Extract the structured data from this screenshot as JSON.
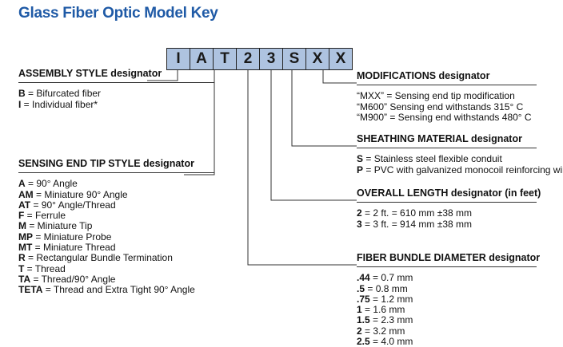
{
  "title": "Glass Fiber Optic Model Key",
  "model_code": [
    "I",
    "A",
    "T",
    "2",
    "3",
    "S",
    "X",
    "X"
  ],
  "assembly": {
    "heading": "ASSEMBLY STYLE designator",
    "items": [
      {
        "code": "B",
        "desc": " = Bifurcated fiber"
      },
      {
        "code": "I",
        "desc": " = Individual fiber*"
      }
    ]
  },
  "tip": {
    "heading": "SENSING END TIP STYLE designator",
    "items": [
      {
        "code": "A",
        "desc": " = 90° Angle"
      },
      {
        "code": "AM",
        "desc": " = Miniature 90° Angle"
      },
      {
        "code": "AT",
        "desc": " = 90° Angle/Thread"
      },
      {
        "code": "F",
        "desc": " = Ferrule"
      },
      {
        "code": "M",
        "desc": " = Miniature Tip"
      },
      {
        "code": "MP",
        "desc": " = Miniature Probe"
      },
      {
        "code": "MT",
        "desc": " = Miniature Thread"
      },
      {
        "code": "R",
        "desc": " = Rectangular Bundle Termination"
      },
      {
        "code": "T",
        "desc": " = Thread"
      },
      {
        "code": "TA",
        "desc": " = Thread/90° Angle"
      },
      {
        "code": "TETA",
        "desc": " = Thread and Extra Tight 90° Angle"
      }
    ]
  },
  "modifications": {
    "heading": "MODIFICATIONS designator",
    "items": [
      {
        "code": "",
        "desc": "“MXX” = Sensing end tip modification"
      },
      {
        "code": "",
        "desc": "“M600” Sensing end withstands 315° C"
      },
      {
        "code": "",
        "desc": "“M900” = Sensing end withstands 480° C"
      }
    ]
  },
  "sheathing": {
    "heading": "SHEATHING MATERIAL designator",
    "items": [
      {
        "code": "S",
        "desc": " = Stainless steel flexible conduit"
      },
      {
        "code": "P",
        "desc": " = PVC with galvanized monocoil reinforcing wire"
      }
    ]
  },
  "length": {
    "heading": "OVERALL LENGTH designator (in feet)",
    "items": [
      {
        "code": "2",
        "desc": " = 2 ft. = 610 mm ±38 mm"
      },
      {
        "code": "3",
        "desc": " = 3 ft. = 914 mm ±38 mm"
      }
    ]
  },
  "diameter": {
    "heading": "FIBER BUNDLE DIAMETER designator",
    "items": [
      {
        "code": ".44",
        "desc": " = 0.7 mm"
      },
      {
        "code": ".5",
        "desc": " = 0.8 mm"
      },
      {
        "code": ".75",
        "desc": " = 1.2 mm"
      },
      {
        "code": "1",
        "desc": " = 1.6 mm"
      },
      {
        "code": "1.5",
        "desc": " = 2.3 mm"
      },
      {
        "code": "2",
        "desc": " = 3.2 mm"
      },
      {
        "code": "2.5",
        "desc": " = 4.0 mm"
      }
    ]
  }
}
